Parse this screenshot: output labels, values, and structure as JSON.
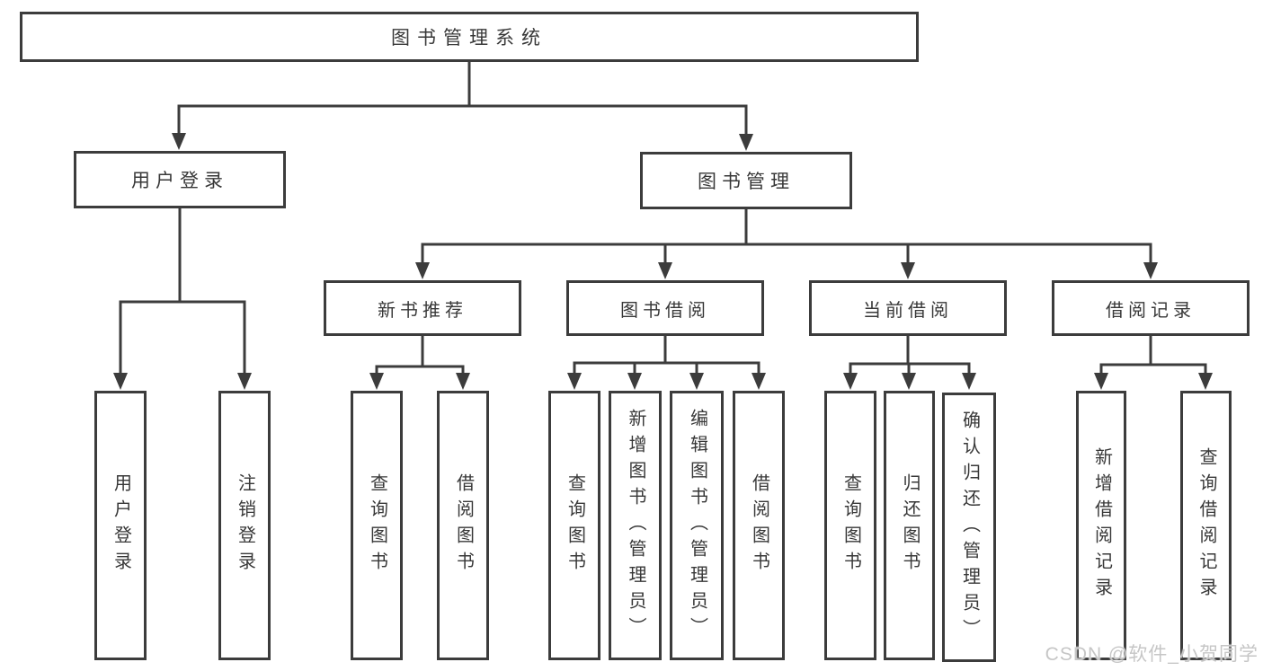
{
  "tree": {
    "label": "图书管理系统",
    "children": [
      {
        "label": "用户登录",
        "children": [
          {
            "label": "用户登录"
          },
          {
            "label": "注销登录"
          }
        ]
      },
      {
        "label": "图书管理",
        "children": [
          {
            "label": "新书推荐",
            "children": [
              {
                "label": "查询图书"
              },
              {
                "label": "借阅图书"
              }
            ]
          },
          {
            "label": "图书借阅",
            "children": [
              {
                "label": "查询图书"
              },
              {
                "label": "新增图书（管理员）"
              },
              {
                "label": "编辑图书（管理员）"
              },
              {
                "label": "借阅图书"
              }
            ]
          },
          {
            "label": "当前借阅",
            "children": [
              {
                "label": "查询图书"
              },
              {
                "label": "归还图书"
              },
              {
                "label": "确认归还（管理员）"
              }
            ]
          },
          {
            "label": "借阅记录",
            "children": [
              {
                "label": "新增借阅记录"
              },
              {
                "label": "查询借阅记录"
              }
            ]
          }
        ]
      }
    ]
  },
  "watermark": "CSDN @软件_小贺同学",
  "colors": {
    "line": "#3c3c3c",
    "text": "#383838",
    "watermark": "#c6c6c6",
    "background": "#ffffff"
  }
}
